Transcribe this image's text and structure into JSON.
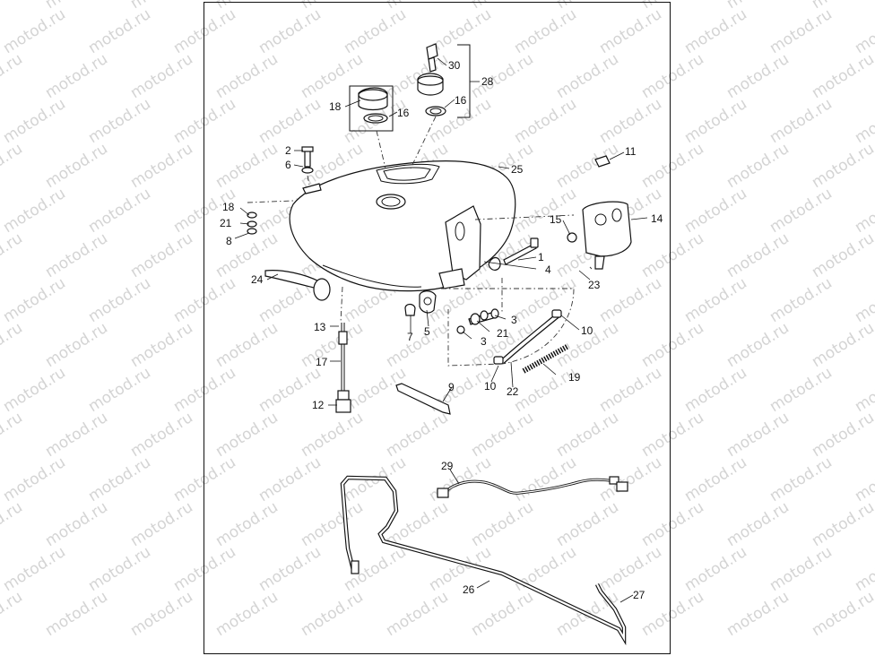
{
  "watermark": {
    "text": "motod.ru"
  },
  "callouts": {
    "c1": "1",
    "c2": "2",
    "c3a": "3",
    "c3b": "3",
    "c4": "4",
    "c5": "5",
    "c6": "6",
    "c7": "7",
    "c8": "8",
    "c9": "9",
    "c10a": "10",
    "c10b": "10",
    "c11": "11",
    "c12": "12",
    "c13": "13",
    "c14": "14",
    "c15": "15",
    "c16a": "16",
    "c16b": "16",
    "c17": "17",
    "c18a": "18",
    "c18b": "18",
    "c19": "19",
    "c21a": "21",
    "c21b": "21",
    "c22": "22",
    "c23": "23",
    "c24": "24",
    "c25": "25",
    "c26": "26",
    "c27": "27",
    "c28": "28",
    "c29": "29",
    "c30": "30"
  },
  "parts": [
    {
      "id": "fuel-tank",
      "icon": "fuel-tank-icon"
    },
    {
      "id": "fuel-cap",
      "icon": "fuel-cap-icon"
    },
    {
      "id": "locking-cap",
      "icon": "locking-cap-icon"
    },
    {
      "id": "fuel-line",
      "icon": "hose-icon"
    },
    {
      "id": "wiring-harness",
      "icon": "wire-harness-icon"
    },
    {
      "id": "crossover-tube",
      "icon": "tube-icon"
    }
  ]
}
